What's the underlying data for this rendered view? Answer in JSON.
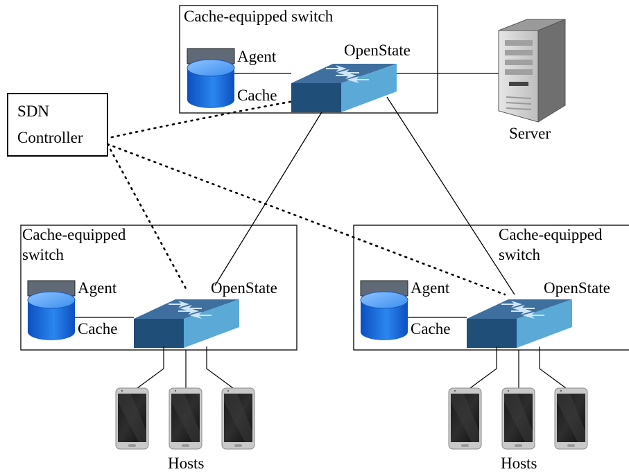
{
  "controller": {
    "line1": "SDN",
    "line2": "Controller"
  },
  "top_switch": {
    "title": "Cache-equipped switch",
    "agent_label": "Agent",
    "cache_label": "Cache",
    "switch_label": "OpenState"
  },
  "server": {
    "label": "Server"
  },
  "left_switch": {
    "title_line1": "Cache-equipped",
    "title_line2": "switch",
    "agent_label": "Agent",
    "cache_label": "Cache",
    "switch_label": "OpenState"
  },
  "right_switch": {
    "title_line1": "Cache-equipped",
    "title_line2": "switch",
    "agent_label": "Agent",
    "cache_label": "Cache",
    "switch_label": "OpenState"
  },
  "left_hosts": {
    "label": "Hosts"
  },
  "right_hosts": {
    "label": "Hosts"
  },
  "colors": {
    "switch_top": "#3f6f9f",
    "switch_front": "#1f4e79",
    "switch_side": "#5aa9d6",
    "cache_blue": "#1460d8",
    "agent_gray": "#5f6a76"
  }
}
